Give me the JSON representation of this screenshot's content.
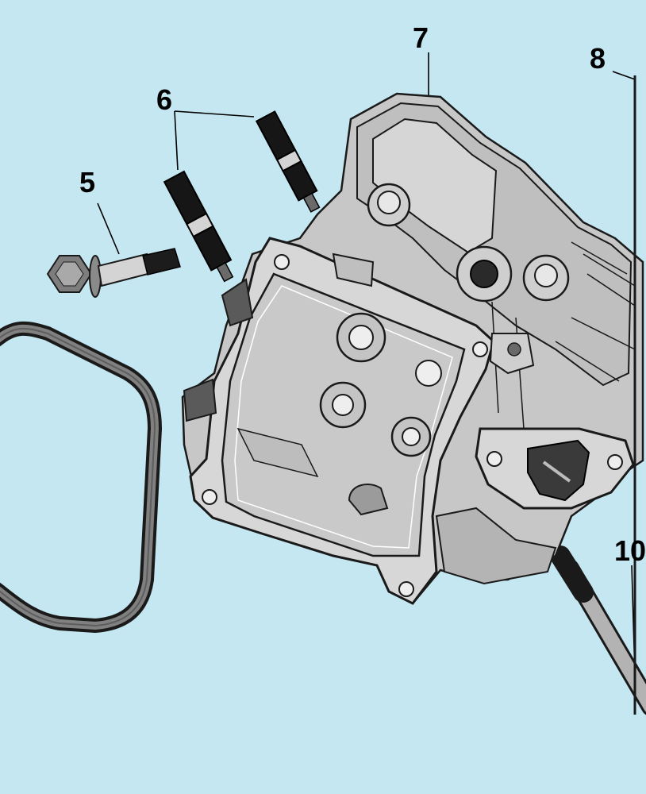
{
  "diagram": {
    "background": "#c5e7f1",
    "part_fill": "#d4d4d4",
    "part_dark": "#3a3a3a",
    "outline": "#1a1a1a",
    "callouts": [
      "5",
      "6",
      "7",
      "8",
      "10"
    ]
  }
}
